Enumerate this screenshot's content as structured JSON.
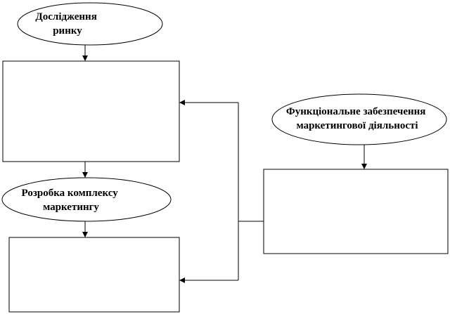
{
  "nodes": {
    "market_research": {
      "label_lines": [
        "Дослідження",
        "ринку"
      ]
    },
    "marketing_complex": {
      "label_lines": [
        "Розробка комплексу",
        "маркетингу"
      ]
    },
    "functional_support": {
      "label_lines": [
        "Функціональне забезпечення",
        "маркетингової діяльності"
      ]
    }
  }
}
